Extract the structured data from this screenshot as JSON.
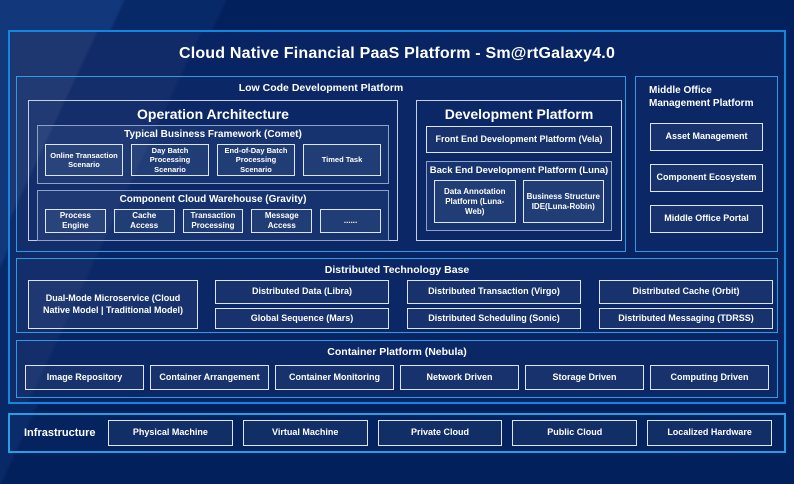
{
  "title": "Cloud Native Financial PaaS Platform - Sm@rtGalaxy4.0",
  "low_code": {
    "label": "Low Code Development Platform",
    "operation": {
      "title": "Operation Architecture",
      "comet": {
        "label": "Typical Business Framework (Comet)",
        "items": [
          "Online Transaction Scenario",
          "Day Batch Processing Scenario",
          "End-of-Day Batch Processing Scenario",
          "Timed Task"
        ]
      },
      "gravity": {
        "label": "Component Cloud Warehouse (Gravity)",
        "items": [
          "Process Engine",
          "Cache Access",
          "Transaction Processing",
          "Message Access",
          "......"
        ]
      }
    },
    "development": {
      "title": "Development Platform",
      "front_end": "Front End Development Platform (Vela)",
      "back_end": {
        "label": "Back End Development Platform (Luna)",
        "items": [
          "Data Annotation Platform (Luna-Web)",
          "Business Structure IDE(Luna-Robin)"
        ]
      }
    }
  },
  "middle_office": {
    "label": "Middle Office Management Platform",
    "items": [
      "Asset Management",
      "Component Ecosystem",
      "Middle Office Portal"
    ]
  },
  "distributed": {
    "label": "Distributed Technology Base",
    "dual_mode": "Dual-Mode Microservice (Cloud Native Model | Traditional Model)",
    "items": [
      "Distributed Data (Libra)",
      "Distributed Transaction (Virgo)",
      "Distributed Cache (Orbit)",
      "Global Sequence (Mars)",
      "Distributed Scheduling (Sonic)",
      "Distributed Messaging (TDRSS)"
    ]
  },
  "container": {
    "label": "Container Platform (Nebula)",
    "items": [
      "Image Repository",
      "Container Arrangement",
      "Container Monitoring",
      "Network Driven",
      "Storage Driven",
      "Computing Driven"
    ]
  },
  "infrastructure": {
    "label": "Infrastructure",
    "items": [
      "Physical Machine",
      "Virtual Machine",
      "Private Cloud",
      "Public Cloud",
      "Localized Hardware"
    ]
  },
  "colors": {
    "background": "#02205c",
    "frame_border": "#1486e0",
    "panel_border": "#2a9de5",
    "box_border": "#dde6f5",
    "text": "#ffffff"
  }
}
